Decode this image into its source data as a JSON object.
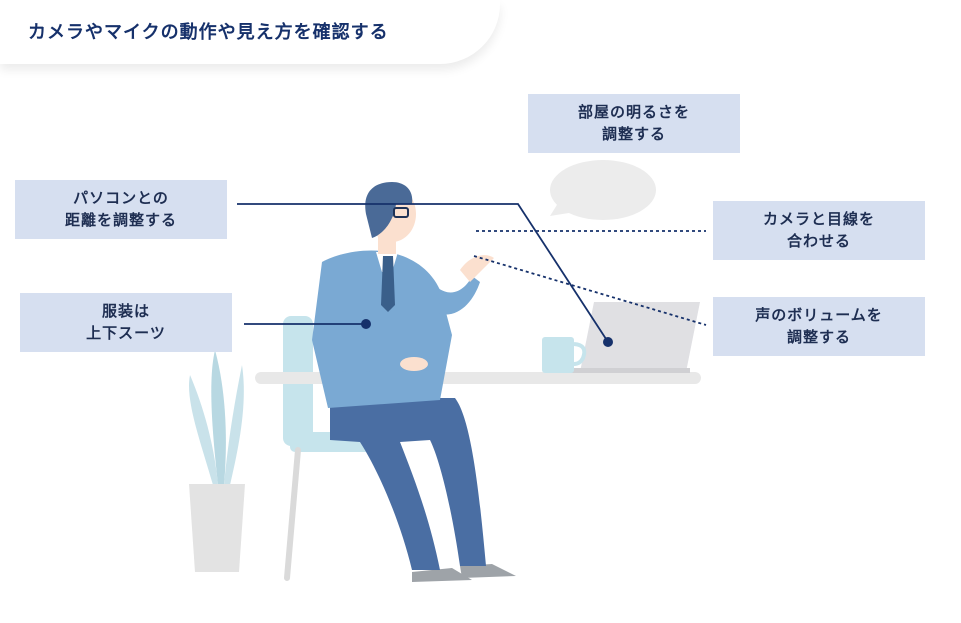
{
  "title": "カメラやマイクの動作や見え方を確認する",
  "labels": {
    "distance": {
      "line1": "パソコンとの",
      "line2": "距離を調整する"
    },
    "clothes": {
      "line1": "服装は",
      "line2": "上下スーツ"
    },
    "lighting": {
      "line1": "部屋の明るさを",
      "line2": "調整する"
    },
    "camera": {
      "line1": "カメラと目線を",
      "line2": "合わせる"
    },
    "volume": {
      "line1": "声のボリュームを",
      "line2": "調整する"
    }
  },
  "colors": {
    "title_text": "#16316b",
    "label_bg": "#d6dff0",
    "line": "#16316b",
    "suit": "#7aa9d3",
    "pants": "#4a6ea3",
    "hair": "#4a6a97",
    "skin": "#fbe0cf",
    "chair": "#c6e4ec",
    "laptop": "#e0e0e3",
    "plant_leaf": "#c9e2ea",
    "pot": "#e3e3e3",
    "bubble": "#ececec"
  }
}
